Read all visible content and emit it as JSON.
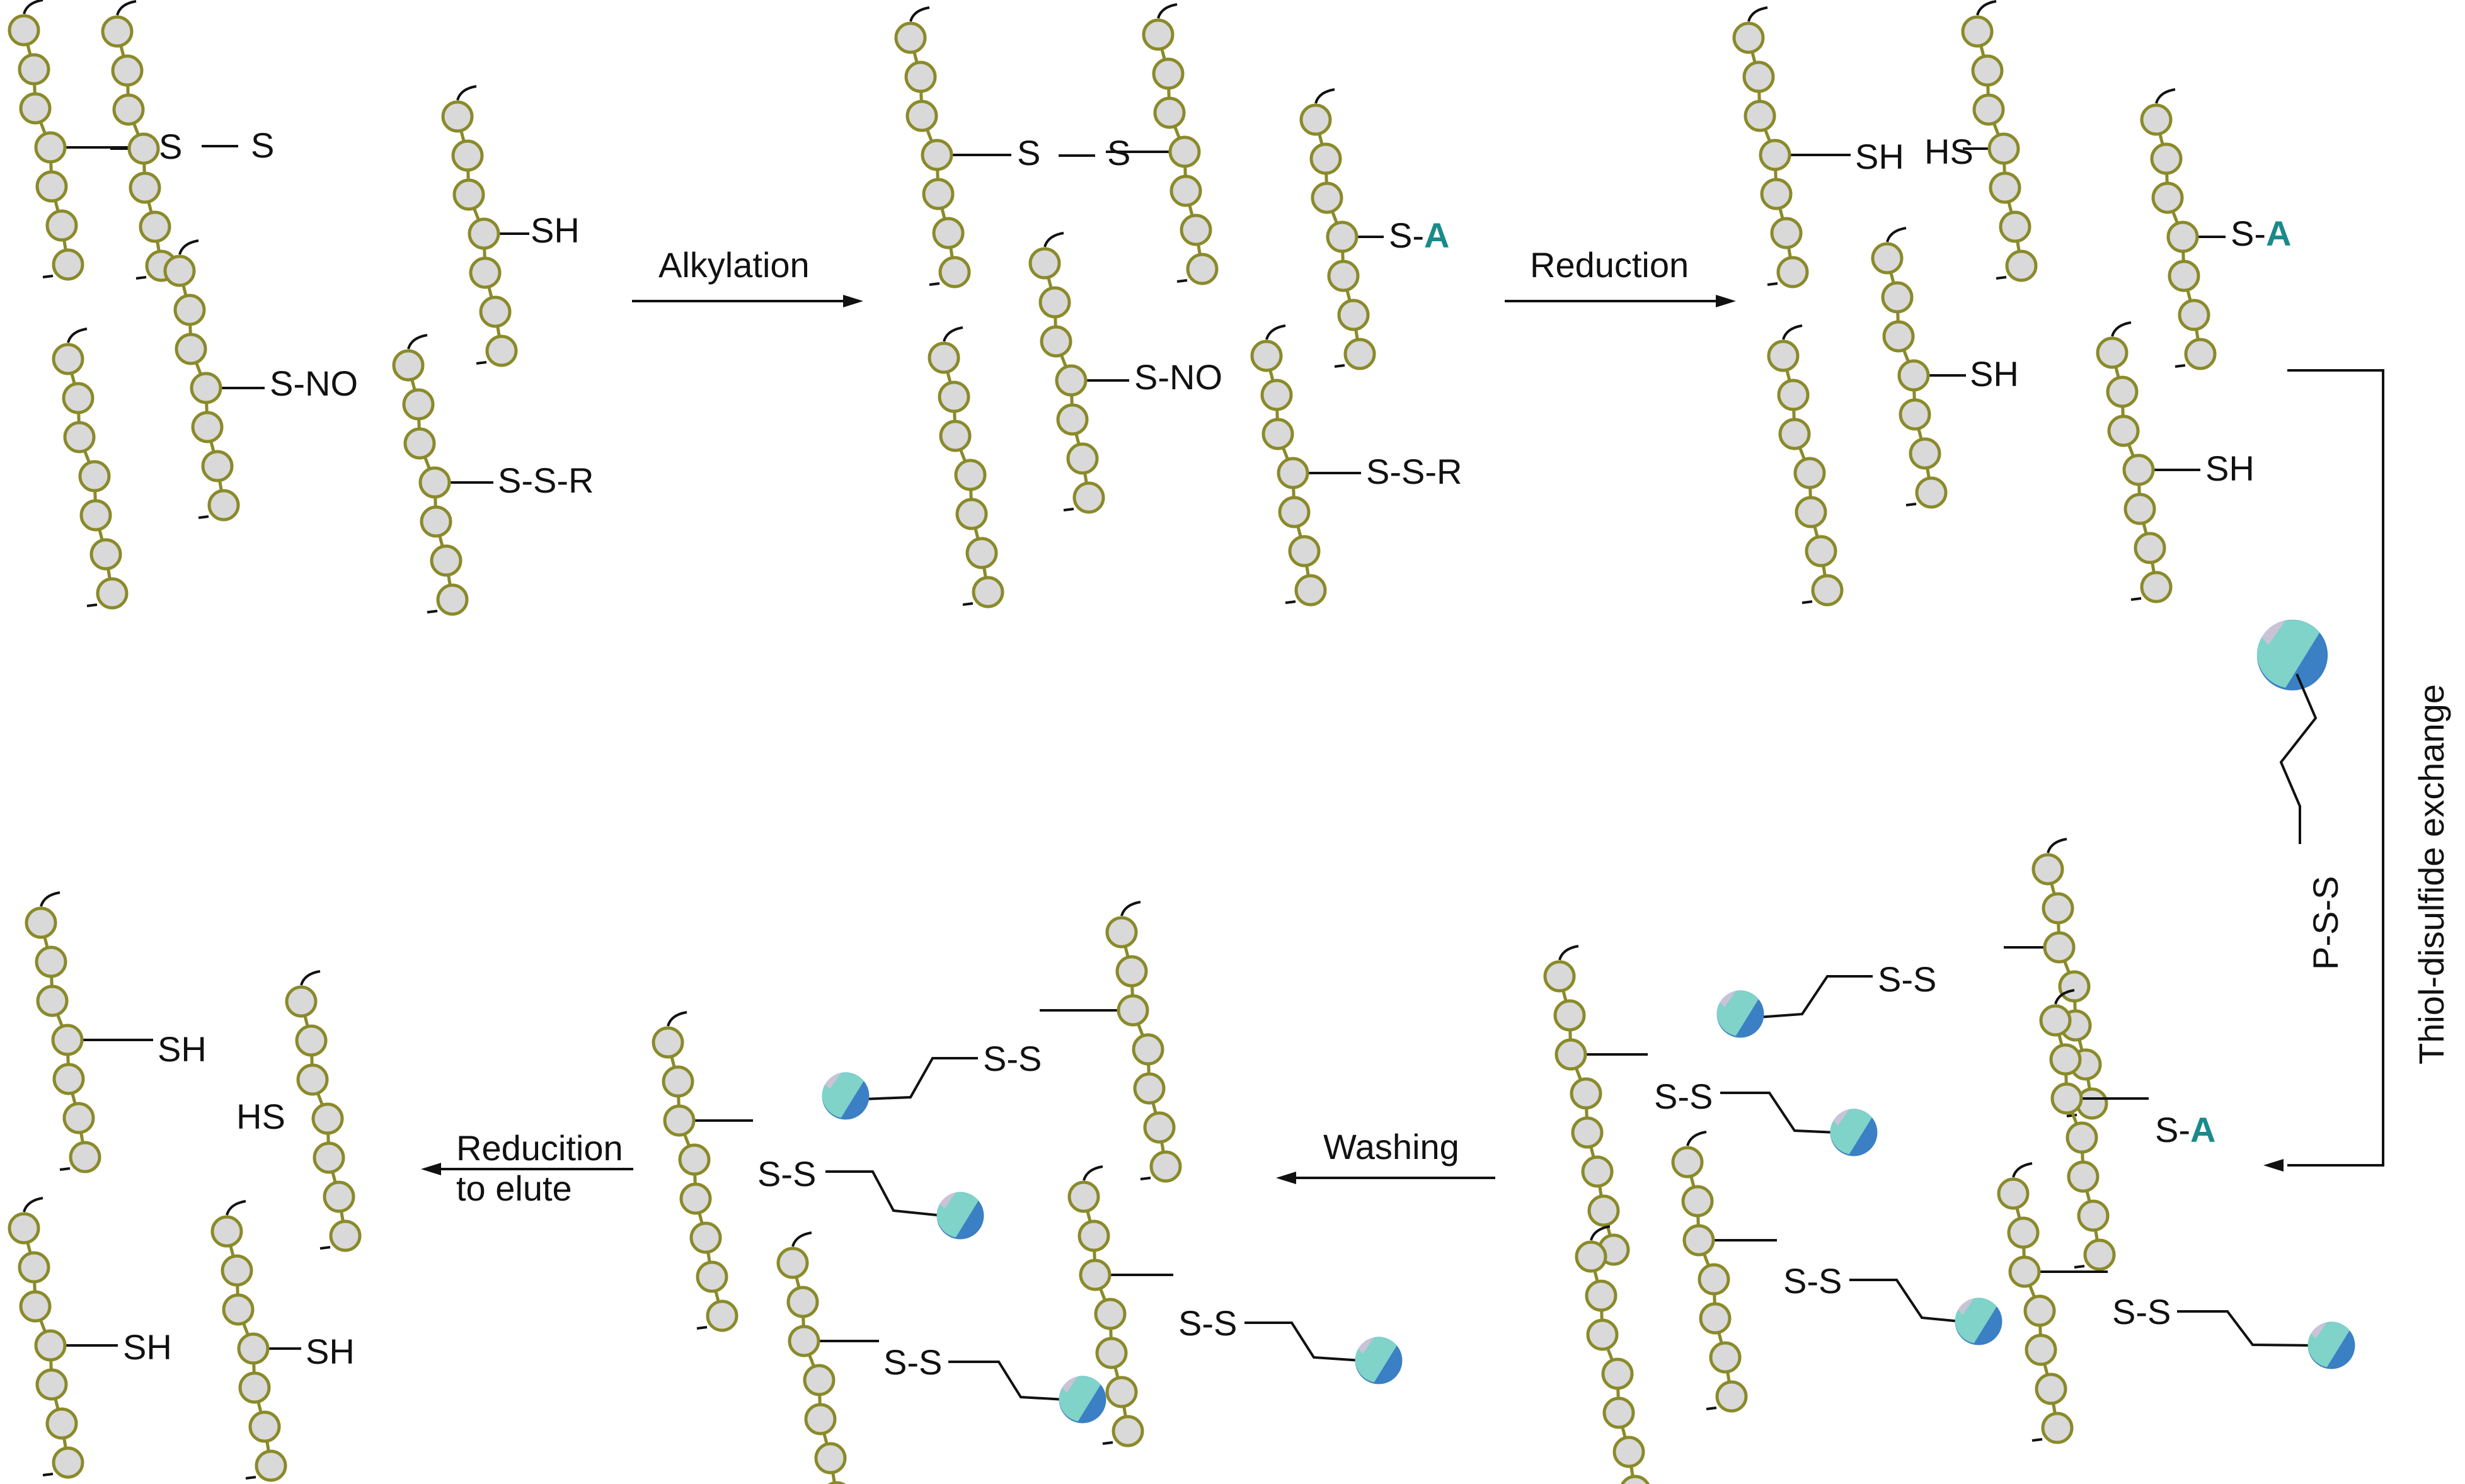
{
  "colors": {
    "bead_fill": "#d9d9d9",
    "bead_stroke": "#8a8a2a",
    "alkyl_label": "#1a8a8a",
    "resin_light": "#7fd3c8",
    "resin_blue": "#3b7fc4",
    "resin_grey": "#c9c3d6"
  },
  "steps": {
    "alkylation": "Alkylation",
    "reduction": "Reduction",
    "thiol_exchange": "Thiol-disulfide exchange",
    "washing": "Washing",
    "elute_line1": "Reducition",
    "elute_line2": "to elute"
  },
  "reagent": {
    "label": "P-S-S"
  },
  "labels": {
    "s": "S",
    "sh": "SH",
    "hs": "HS",
    "sno": "S-NO",
    "ssr": "S-S-R",
    "s_prefix": "S-",
    "a": "A",
    "ss": "S-S"
  }
}
